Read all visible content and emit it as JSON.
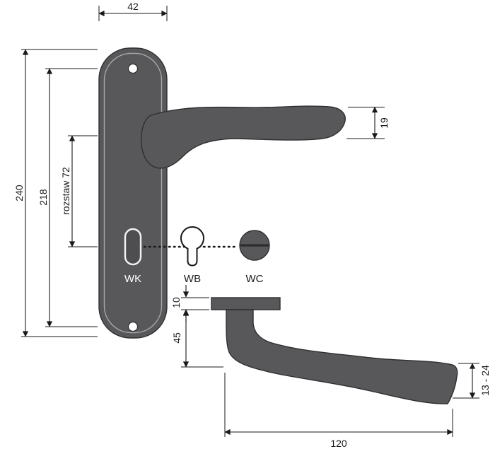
{
  "drawing": {
    "subject": "Door handle with backplate - dimensional technical drawing",
    "part_labels": {
      "keyhole": "WK",
      "cylinder": "WB",
      "turn_knob": "WC"
    },
    "dimensions": {
      "plate_width": "42",
      "total_height": "240",
      "hole_spacing": "218",
      "axis_spacing": "rozstaw 72",
      "lever_profile": "19",
      "rose_thickness": "10",
      "neck_height": "45",
      "lever_length": "120",
      "tip_range": "13 - 24"
    },
    "colors": {
      "background": "#ffffff",
      "metal_fill": "#58585b",
      "outline": "#2f2f31",
      "plate_inner_line": "#a8a8aa",
      "dimension_line": "#1a1a1a",
      "label_on_plate": "#ffffff",
      "symbol_fill": "#ffffff"
    }
  }
}
